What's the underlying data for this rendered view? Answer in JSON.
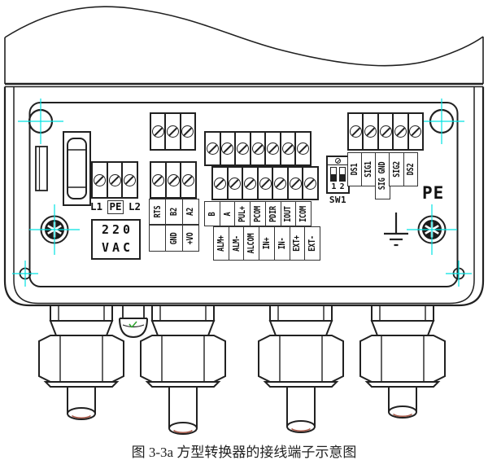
{
  "caption": "图 3-3a 方型转换器的接线端子示意图",
  "colors": {
    "line": "#212121",
    "crosshair": "#00e2e2",
    "cable_end_tint": "#a85a4a",
    "screw_mark_green": "#2fa32f"
  },
  "power": {
    "terminals": [
      "L1",
      "PE",
      "L2"
    ],
    "voltage_line1": "220",
    "voltage_line2": "VAC"
  },
  "comm": {
    "row1": [
      "RTS",
      "B2",
      "A2"
    ],
    "row2": [
      "",
      "GND",
      "+VO"
    ]
  },
  "center": {
    "row1": [
      "B",
      "A",
      "PUL+",
      "PCOM",
      "PDIR",
      "IOUT",
      "ICOM"
    ],
    "row2": [
      "ALM+",
      "ALM-",
      "ALCOM",
      "IN+",
      "IN-",
      "EXT+",
      "EXT-"
    ]
  },
  "dip": {
    "positions": [
      "1",
      "2"
    ],
    "label": "SW1"
  },
  "signal": {
    "labels": [
      "DS1",
      "SIG1",
      "SIG GND",
      "SIG2",
      "DS2"
    ]
  },
  "ground": {
    "pe_label": "PE"
  }
}
